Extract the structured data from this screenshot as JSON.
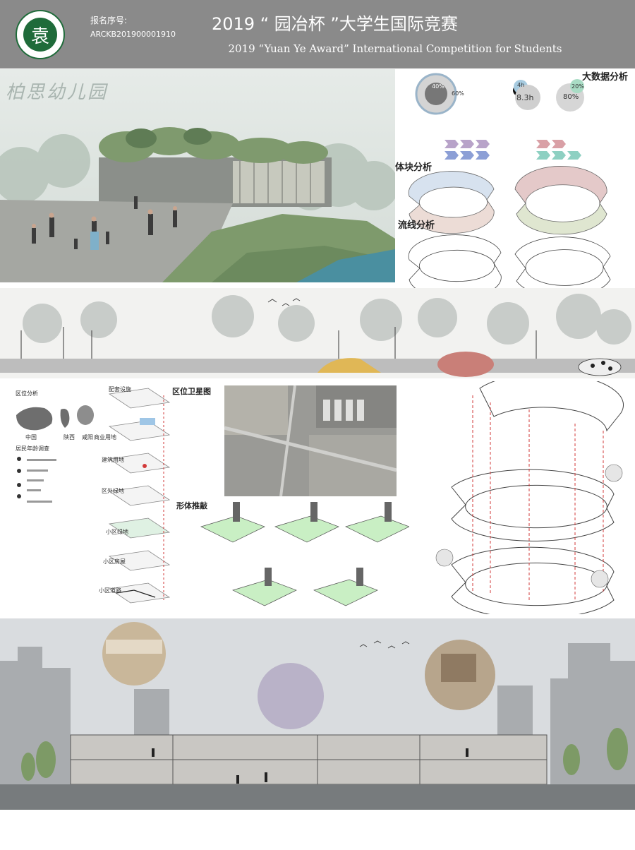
{
  "header": {
    "logo_glyph": "袁",
    "serial_label": "报名序号:",
    "serial_value": "ARCKB201900001910",
    "title_cn": "2019 “ 园冶杯 ”大学生国际竞赛",
    "title_en": "2019 “Yuan Ye Award” International Competition for  Students"
  },
  "hero": {
    "title": "柏思幼儿园"
  },
  "analysis": {
    "big_data_title": "大数据分析",
    "block_title": "体块分析",
    "flow_title": "流线分析",
    "pct_40": "40%",
    "pct_60": "60%",
    "pct_20": "20%",
    "pct_80": "80%",
    "hours_4": "4h",
    "hours_83": "8.3h"
  },
  "site": {
    "location_title": "区位分析",
    "china_label": "中国",
    "shaanxi_label": "陕西",
    "xianyang_label": "咸阳",
    "survey_title": "居民年龄调查",
    "satellite_title": "区位卫星图",
    "form_title": "形体推敲",
    "layers": [
      "配套设施",
      "商业用地",
      "建筑用地",
      "区外绿地",
      "小区绿地",
      "小区房屋",
      "小区道路"
    ]
  },
  "colors": {
    "header_bg": "#8a8a8a",
    "logo_green": "#1f6b3a",
    "water": "#4a8fa0",
    "accent_red": "#d23a3a"
  }
}
